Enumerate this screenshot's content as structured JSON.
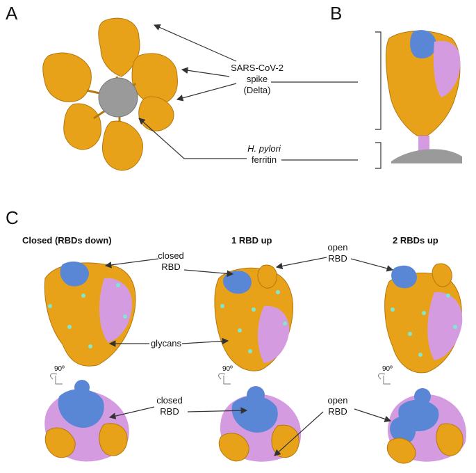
{
  "colors": {
    "spike_orange": "#e8a21a",
    "spike_orange_dark": "#b5760c",
    "chain_blue": "#5a86d6",
    "chain_pink": "#d59be0",
    "glycan_cyan": "#7fe8d0",
    "ferritin_gray": "#9a9a9a",
    "line": "#333333"
  },
  "panelA": {
    "letter": "A",
    "spike_label_line1": "SARS-CoV-2",
    "spike_label_line2": "spike",
    "spike_label_line3": "(Delta)",
    "ferritin_label_line1": "H. pylori",
    "ferritin_label_line2": "ferritin"
  },
  "panelB": {
    "letter": "B"
  },
  "panelC": {
    "letter": "C",
    "col_titles": [
      "Closed (RBDs down)",
      "1 RBD up",
      "2 RBDs up"
    ],
    "closed_rbd_line1": "closed",
    "closed_rbd_line2": "RBD",
    "open_rbd_line1": "open",
    "open_rbd_line2": "RBD",
    "glycans_label": "glycans",
    "rotation_label": "90º",
    "bottom_closed_line1": "closed",
    "bottom_closed_line2": "RBD",
    "bottom_open_line1": "open",
    "bottom_open_line2": "RBD"
  }
}
